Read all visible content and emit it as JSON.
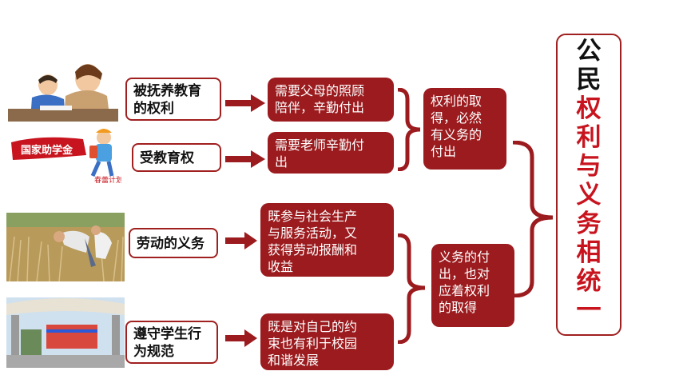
{
  "rights": [
    {
      "label": "被抚养教育的权利",
      "line1": "被抚养教育",
      "line2": "的权利",
      "need": "需要父母的照顾陪伴，辛勤付出",
      "need_l1": "需要父母的照顾",
      "need_l2": "陪伴，辛勤付出"
    },
    {
      "label": "受教育权",
      "need": "需要老师辛勤付出",
      "need_l1": "需要老师辛勤付",
      "need_l2": "出"
    }
  ],
  "rights_summary": {
    "l1": "权利的取",
    "l2": "得，必然",
    "l3": "有义务的",
    "l4": "付出"
  },
  "duties": [
    {
      "label": "劳动的义务",
      "result_l1": "既参与社会生产",
      "result_l2": "与服务活动，又",
      "result_l3": "获得劳动报酬和",
      "result_l4": "收益"
    },
    {
      "label": "遵守学生行为规范",
      "line1": "遵守学生行",
      "line2": "为规范",
      "result_l1": "既是对自己的约",
      "result_l2": "束也有利于校园",
      "result_l3": "和谐发展"
    }
  ],
  "duties_summary": {
    "l1": "义务的付",
    "l2": "出，也对",
    "l3": "应着权利",
    "l4": "的取得"
  },
  "conclusion": {
    "black": [
      "公",
      "民"
    ],
    "red": [
      "权",
      "利",
      "与",
      "义",
      "务",
      "相",
      "统",
      "一"
    ]
  },
  "colors": {
    "accent": "#9b1b1e",
    "title_red": "#c8141e"
  }
}
